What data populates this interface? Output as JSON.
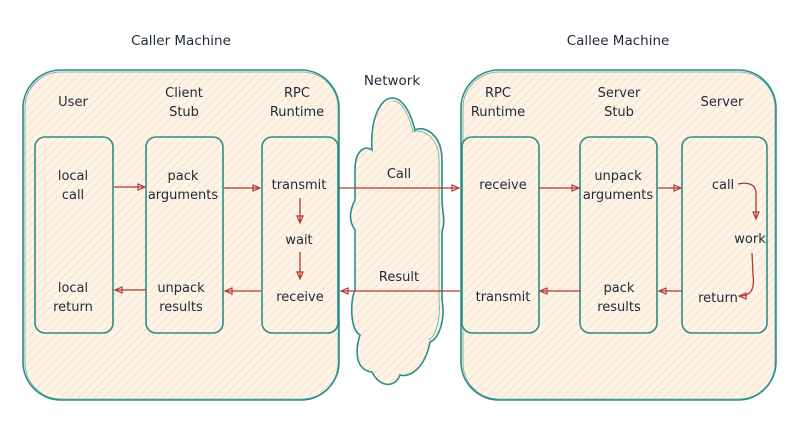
{
  "caller": {
    "title": "Caller Machine",
    "columns": [
      {
        "header": [
          "User"
        ],
        "top": [
          "local",
          "call"
        ],
        "bottom": [
          "local",
          "return"
        ]
      },
      {
        "header": [
          "Client",
          "Stub"
        ],
        "top": [
          "pack",
          "arguments"
        ],
        "bottom": [
          "unpack",
          "results"
        ]
      },
      {
        "header": [
          "RPC",
          "Runtime"
        ],
        "top": [
          "transmit"
        ],
        "middle": [
          "wait"
        ],
        "bottom": [
          "receive"
        ]
      }
    ]
  },
  "network": {
    "title": "Network",
    "call_label": "Call",
    "result_label": "Result"
  },
  "callee": {
    "title": "Callee Machine",
    "columns": [
      {
        "header": [
          "RPC",
          "Runtime"
        ],
        "top": [
          "receive"
        ],
        "bottom": [
          "transmit"
        ]
      },
      {
        "header": [
          "Server",
          "Stub"
        ],
        "top": [
          "unpack",
          "arguments"
        ],
        "bottom": [
          "pack",
          "results"
        ]
      },
      {
        "header": [
          "Server"
        ],
        "top": [
          "call"
        ],
        "middle": [
          "work"
        ],
        "bottom": [
          "return"
        ]
      }
    ]
  },
  "colors": {
    "outline": "#2a8f8a",
    "fill": "#fdf0e0",
    "arrow": "#b33a32",
    "text": "#1e2a3a"
  }
}
